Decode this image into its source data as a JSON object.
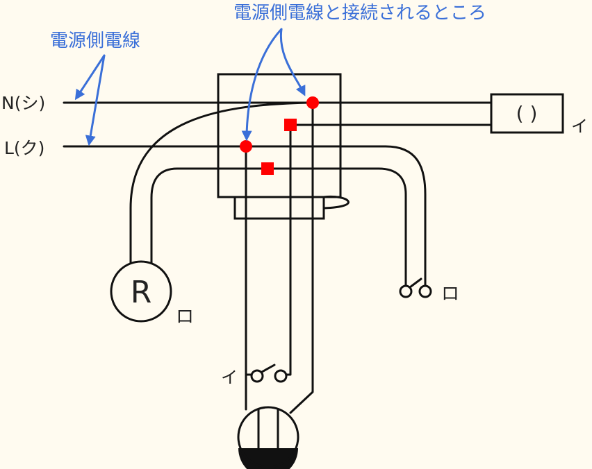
{
  "labels": {
    "source_wires": "電源側電線",
    "connection_points": "電源側電線と接続されるところ",
    "neutral": "N(シ)",
    "live": "L(ク)",
    "lamp_a_mark": "( )",
    "lamp_a_name": "イ",
    "receptacle_symbol": "R",
    "receptacle_name": "ロ",
    "switch_ro_name": "ロ",
    "switch_i_name": "イ"
  },
  "colors": {
    "background": "#fffbf0",
    "wire": "#111111",
    "annotation": "#3a6fd8",
    "connection_dot": "#ff0000"
  }
}
